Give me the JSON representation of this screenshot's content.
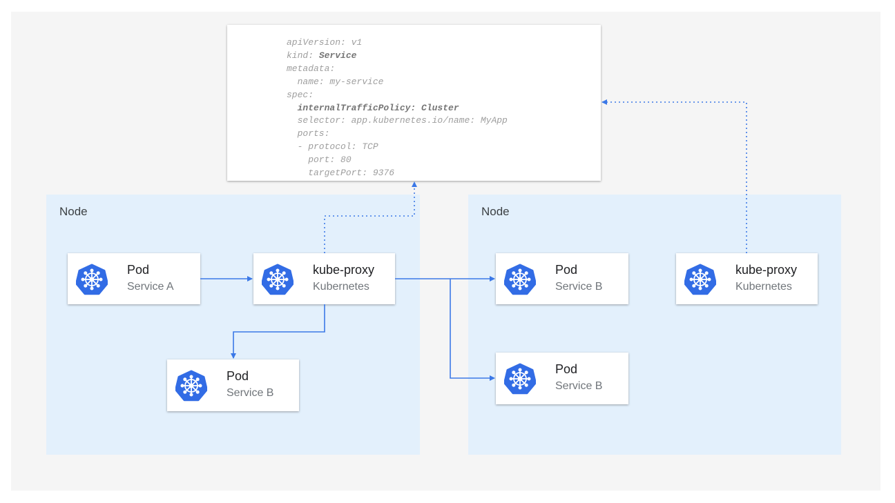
{
  "yaml": {
    "lines": [
      {
        "text": "apiVersion: v1"
      },
      {
        "key": "kind: ",
        "bold": "Service"
      },
      {
        "text": "metadata:"
      },
      {
        "text": "  name: my-service"
      },
      {
        "text": "spec:"
      },
      {
        "boldline": "  internalTrafficPolicy: Cluster"
      },
      {
        "text": "  selector: app.kubernetes.io/name: MyApp"
      },
      {
        "text": "  ports:"
      },
      {
        "text": "  - protocol: TCP"
      },
      {
        "text": "    port: 80"
      },
      {
        "text": "    targetPort: 9376"
      }
    ]
  },
  "nodes": [
    {
      "label": "Node"
    },
    {
      "label": "Node"
    }
  ],
  "cards": [
    {
      "title": "Pod",
      "subtitle": "Service A"
    },
    {
      "title": "kube-proxy",
      "subtitle": "Kubernetes"
    },
    {
      "title": "Pod",
      "subtitle": "Service B"
    },
    {
      "title": "Pod",
      "subtitle": "Service B"
    },
    {
      "title": "kube-proxy",
      "subtitle": "Kubernetes"
    },
    {
      "title": "Pod",
      "subtitle": "Service B"
    }
  ],
  "colors": {
    "arrow": "#3b78e7",
    "icon": "#326ce5",
    "node_bg": "#e3f0fc"
  },
  "icon": "kubernetes-helm-icon"
}
